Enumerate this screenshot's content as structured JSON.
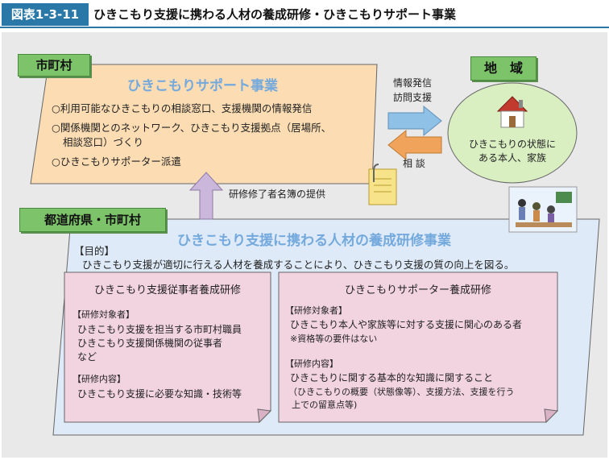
{
  "header": {
    "figure_number": "図表1-3-11",
    "title": "ひきこもり支援に携わる人材の養成研修・ひきこもりサポート事業"
  },
  "municipality_box": {
    "tag": "市町村",
    "title": "ひきこもりサポート事業",
    "items": [
      "○利用可能なひきこもりの相談窓口、支援機関の情報発信",
      "○関係機関とのネットワーク、ひきこもり支援拠点（居場所、",
      "相談窓口）づくり",
      "○ひきこもりサポーター派遣"
    ]
  },
  "arrows": {
    "to_region_label_1": "情報発信",
    "to_region_label_2": "訪問支援",
    "from_region_label": "相 談",
    "upward_label": "研修修了者名簿の提供"
  },
  "region": {
    "tag": "地　域",
    "text_1": "ひきこもりの状態に",
    "text_2": "ある本人、家族"
  },
  "prefecture_box": {
    "tag": "都道府県・市町村",
    "title": "ひきこもり支援に携わる人材の養成研修事業",
    "purpose_heading": "【目的】",
    "purpose_text": "ひきこもり支援が適切に行える人材を養成することにより、ひきこもり支援の質の向上を図る。"
  },
  "left_card": {
    "title": "ひきこもり支援従事者養成研修",
    "target_heading": "【研修対象者】",
    "target_lines": [
      "ひきこもり支援を担当する市町村職員",
      "ひきこもり支援関係機関の従事者",
      "など"
    ],
    "content_heading": "【研修内容】",
    "content_lines": [
      "ひきこもり支援に必要な知識・技術等"
    ]
  },
  "right_card": {
    "title": "ひきこもりサポーター養成研修",
    "target_heading": "【研修対象者】",
    "target_lines": [
      "ひきこもり本人や家族等に対する支援に関心のある者",
      "※資格等の要件はない"
    ],
    "content_heading": "【研修内容】",
    "content_lines": [
      "ひきこもりに関する基本的な知識に関すること",
      "（ひきこもりの概要（状態像等）、支援方法、支援を行う",
      "上での留意点等)"
    ]
  },
  "colors": {
    "header_blue": "#2a78a8",
    "tag_green": "#7cc36a",
    "peach": "#fbdcb3",
    "light_blue": "#deeaf7",
    "pink": "#f2d3e0",
    "region_green": "#d9efc2",
    "arrow_blue": "#8fc0e6",
    "arrow_orange": "#f0a35a",
    "arrow_lavender": "#cbb6dc"
  }
}
